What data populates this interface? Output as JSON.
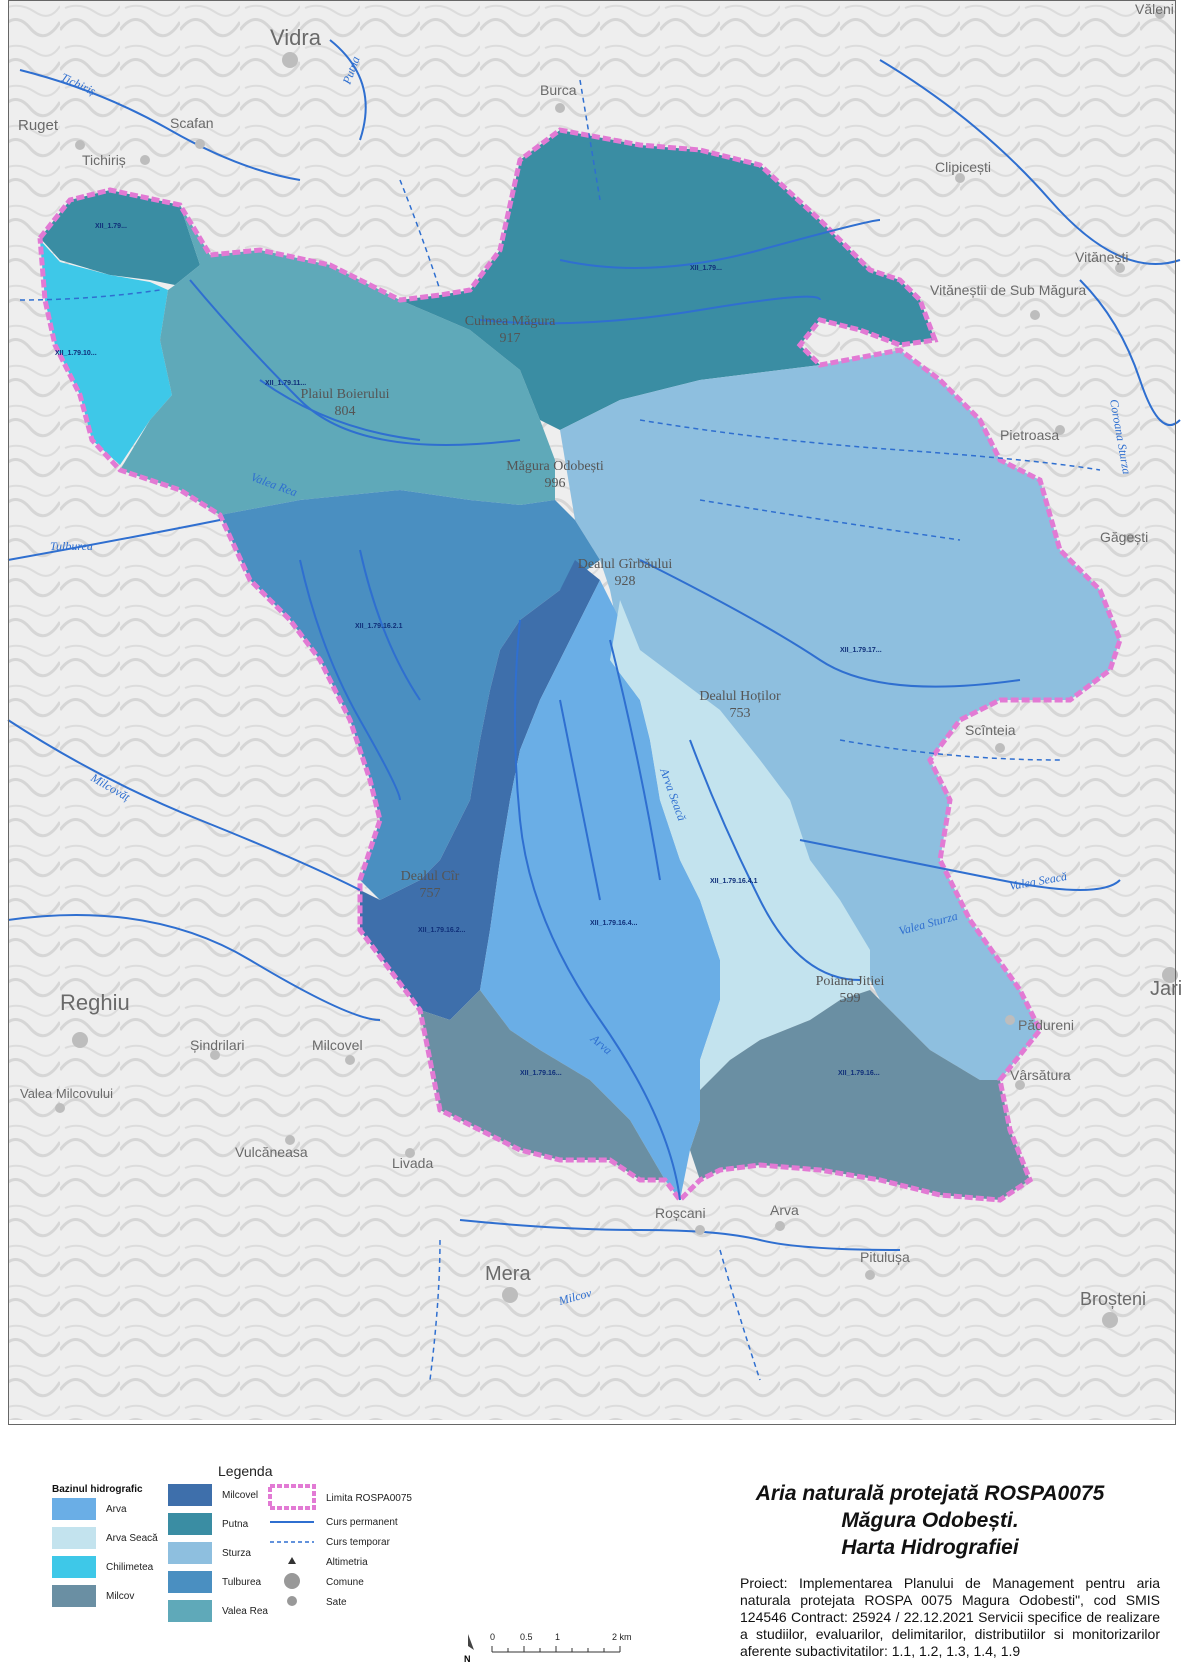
{
  "map": {
    "colors": {
      "arva": "#6aaee6",
      "arva_seaca": "#c3e3ee",
      "chilimetea": "#3ec8e8",
      "milcov": "#6a8fa3",
      "milcovel": "#3e6fab",
      "putna": "#3a8da3",
      "sturza": "#8ebfdf",
      "tulburea": "#4a8fc1",
      "valea_rea": "#5fa9b9",
      "boundary": "#e27ad4",
      "river": "#2f6fd0"
    },
    "settlements": [
      "Vidra",
      "Burca",
      "Scafan",
      "Ruget",
      "Tichiriș",
      "Clipicești",
      "Vitănești",
      "Vităneștii de Sub Măgura",
      "Pietroasa",
      "Găgești",
      "Scînteia",
      "Jari",
      "Pădureni",
      "Vârsătura",
      "Reghiu",
      "Șindrilari",
      "Milcovel",
      "Valea Milcovului",
      "Vulcăneasa",
      "Livada",
      "Mera",
      "Roșcani",
      "Arva",
      "Pitulușa",
      "Broșteni",
      "Văleni"
    ],
    "peaks": [
      {
        "name": "Culmea Măgura",
        "alt": "917"
      },
      {
        "name": "Plaiul Boierului",
        "alt": "804"
      },
      {
        "name": "Măgura Odobești",
        "alt": "996"
      },
      {
        "name": "Dealul Gîrbăului",
        "alt": "928"
      },
      {
        "name": "Dealul Hoților",
        "alt": "753"
      },
      {
        "name": "Dealul Cîr",
        "alt": "757"
      },
      {
        "name": "Poiana Jitiei",
        "alt": "599"
      }
    ],
    "rivers": [
      "Tichiriș",
      "Putna",
      "Tulburea",
      "Milcovăț",
      "Valea Rea",
      "Arva Seacă",
      "Arva",
      "Milcov",
      "Valea Sturza",
      "Valea Seacă",
      "Coroana Sturza",
      "Arva"
    ],
    "basin_codes": [
      "XII_1.79...",
      "XII_1.79...",
      "XII_1.79.10...",
      "XII_1.79.11...",
      "XII_1.79.17...",
      "XII_1.79.16.2.1",
      "XII_1.79.16.4...",
      "XII_1.79.16.4.1",
      "XII_1.79.16.2...",
      "XII_1.79.16...",
      "XII_1.79.16..."
    ]
  },
  "legend": {
    "title": "Legenda",
    "basin_header": "Bazinul hidrografic",
    "basins_left": [
      "Arva",
      "Arva Seacă",
      "Chilimetea",
      "Milcov"
    ],
    "basins_right": [
      "Milcovel",
      "Putna",
      "Sturza",
      "Tulburea",
      "Valea Rea"
    ],
    "symbols": [
      "Limita ROSPA0075",
      "Curs permanent",
      "Curs temporar",
      "Altimetria",
      "Comune",
      "Sate"
    ]
  },
  "title": {
    "line1": "Aria naturală protejată ROSPA0075",
    "line2": "Măgura Odobești.",
    "line3": "Harta Hidrografiei"
  },
  "project_text": "Proiect: Implementarea Planului de Management pentru aria naturala protejata ROSPA 0075 Magura Odobesti\", cod SMIS 124546 Contract: 25924 / 22.12.2021 Servicii specifice de realizare a studiilor, evaluarilor, delimitarilor, distributiilor si monitorizarilor aferente subactivitatilor: 1.1, 1.2, 1.3, 1.4, 1.9",
  "scale": {
    "ticks": [
      "0",
      "0.5",
      "1",
      "2 km"
    ],
    "north": "N"
  }
}
